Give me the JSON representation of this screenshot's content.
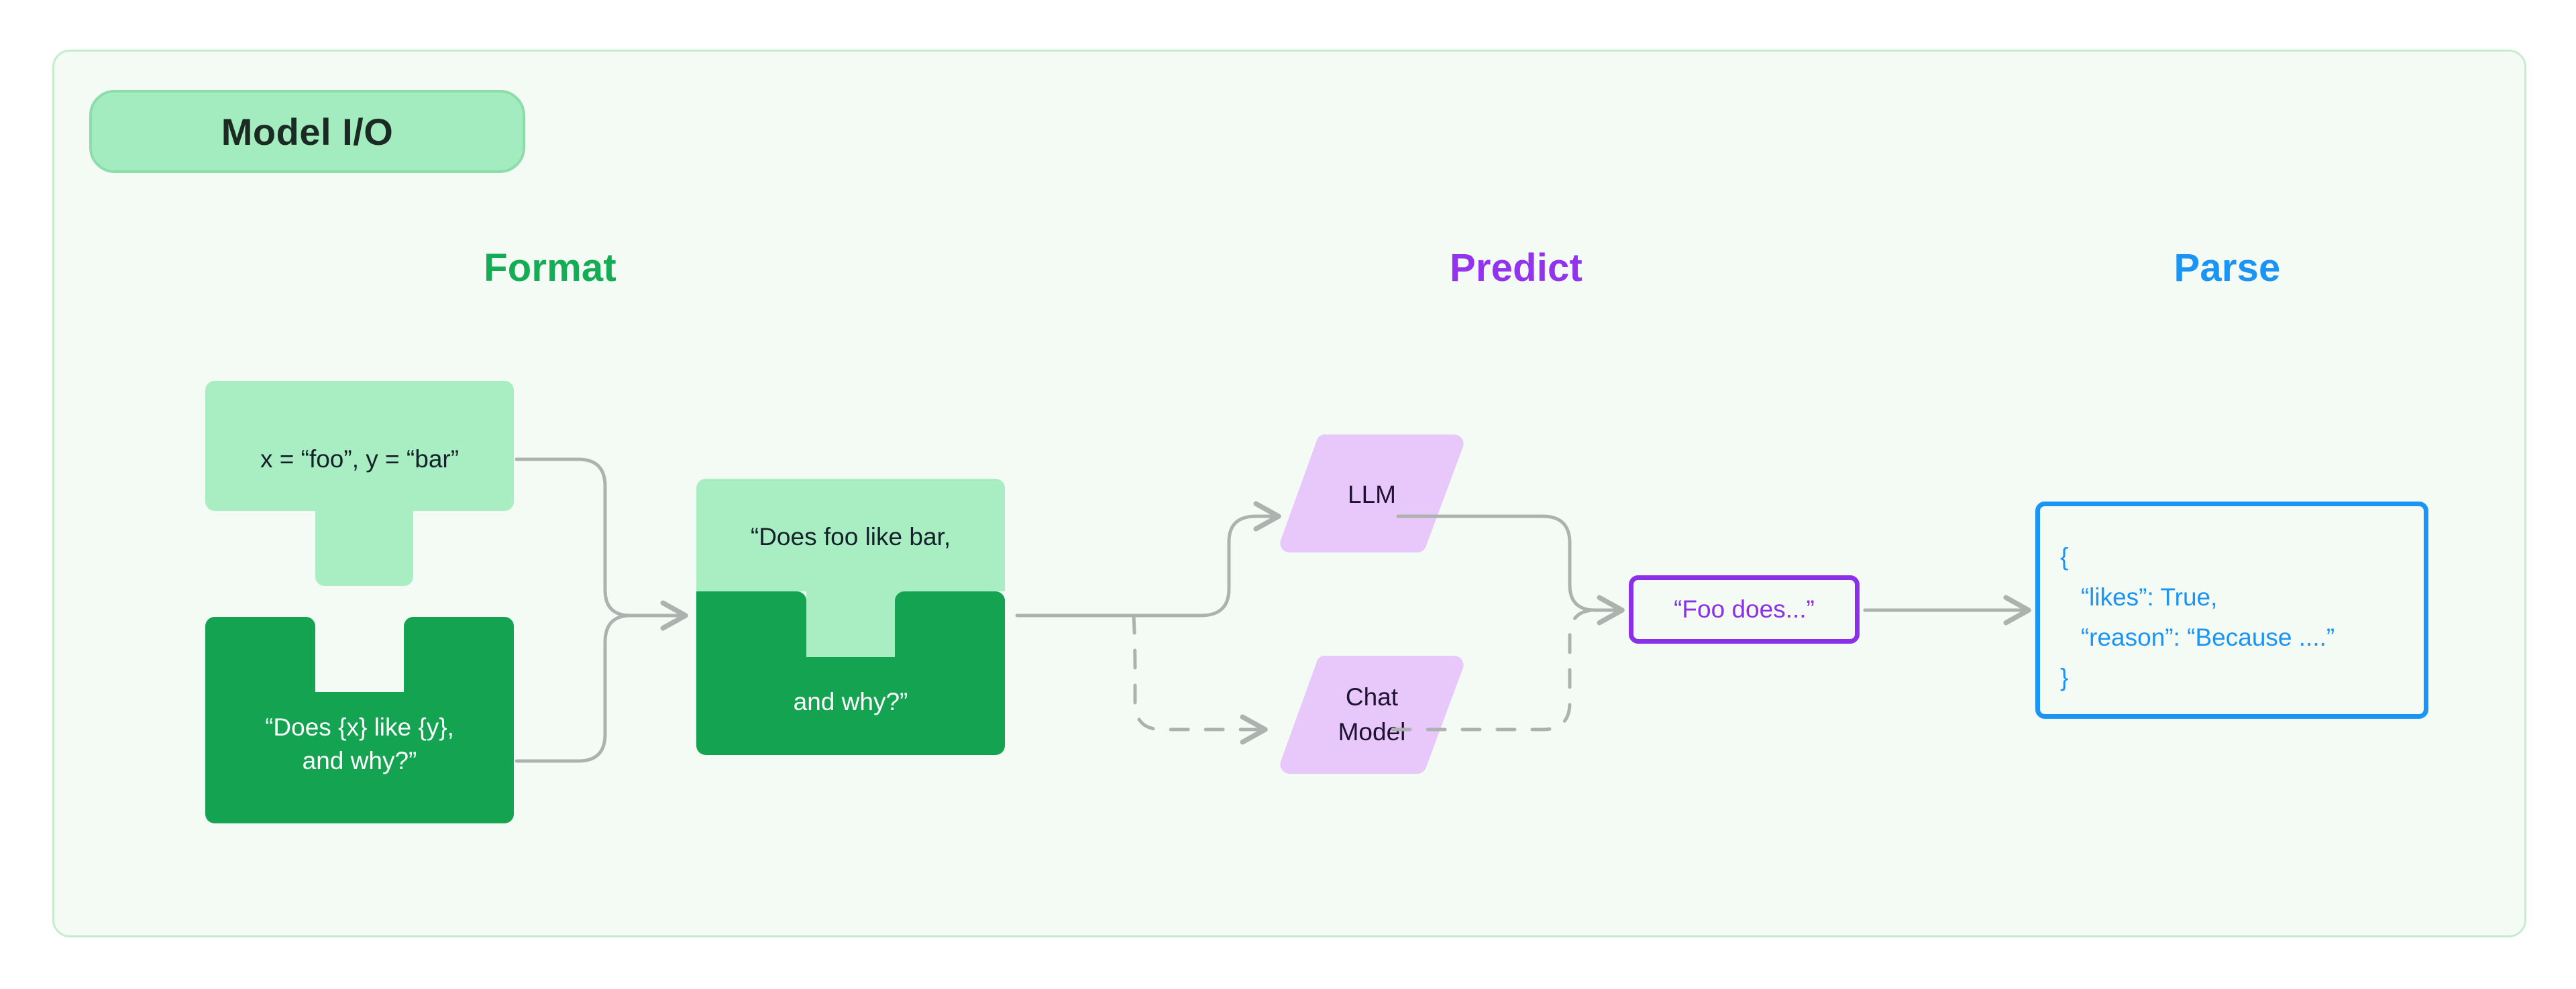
{
  "panel": {
    "title": "Model I/O",
    "background_color": "#f3fbf4",
    "border_color": "#c6ecd0",
    "title_pill_color": "#a3ecbf"
  },
  "columns": [
    {
      "id": "format",
      "label": "Format",
      "color": "#14ac55"
    },
    {
      "id": "predict",
      "label": "Predict",
      "color": "#9333f0"
    },
    {
      "id": "parse",
      "label": "Parse",
      "color": "#1a94f5"
    }
  ],
  "format_stage": {
    "inputs": [
      {
        "name": "variables-piece",
        "text": "x = “foo”, y = “bar”",
        "fill": "#a9eec2",
        "text_color": "#14202a",
        "shape": "tab-bottom"
      },
      {
        "name": "prompt-template-piece",
        "text": "“Does {x} like {y},\nand why?”",
        "fill": "#13a351",
        "text_color": "#ffffff",
        "shape": "notch-top"
      }
    ],
    "output": {
      "name": "formatted-prompt-piece",
      "top_text": "“Does foo like bar,",
      "bottom_text": "and why?”",
      "top_fill": "#a9eec2",
      "bottom_fill": "#13a351",
      "top_text_color": "#14202a",
      "bottom_text_color": "#ffffff"
    }
  },
  "predict_stage": {
    "models": [
      {
        "name": "llm",
        "label": "LLM",
        "fill": "#e8c7fb",
        "connector": "solid"
      },
      {
        "name": "chat-model",
        "label": "Chat\nModel",
        "fill": "#e8c7fb",
        "connector": "dashed"
      }
    ],
    "output": {
      "name": "model-output",
      "text": "“Foo does...”",
      "border_color": "#8b2fe8",
      "text_color": "#8b2fe8"
    }
  },
  "parse_stage": {
    "output": {
      "name": "parsed-json",
      "lines": [
        "{",
        "   “likes”: True,",
        "   “reason”: “Because ....”",
        "}"
      ],
      "border_color": "#1a94f5",
      "text_color": "#1a94f5"
    }
  },
  "connectors": {
    "color": "#aeb2ae",
    "dashed_color": "#aeb2ae",
    "width": 5
  }
}
